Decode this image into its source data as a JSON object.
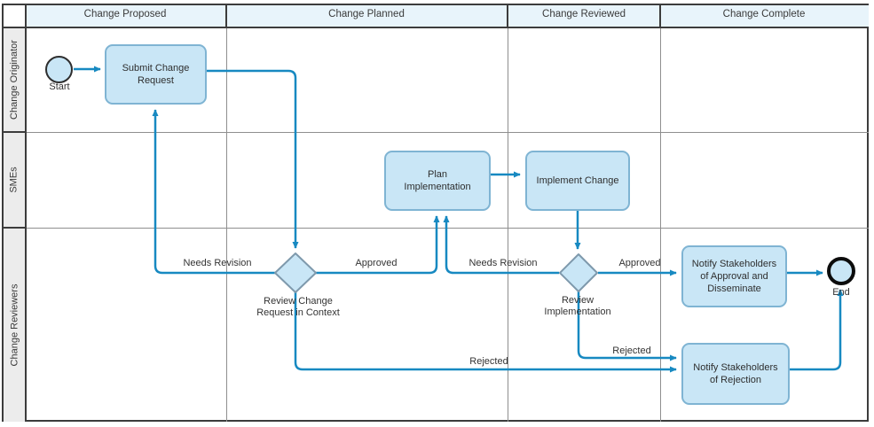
{
  "header": {
    "phases": [
      "Change Proposed",
      "Change Planned",
      "Change Reviewed",
      "Change Complete"
    ]
  },
  "lanes": [
    "Change Originator",
    "SMEs",
    "Change Reviewers"
  ],
  "nodes": {
    "start": "Start",
    "submit_change_request": "Submit Change Request",
    "plan_implementation": "Plan Implementation",
    "implement_change": "Implement Change",
    "review_change_request": "Review Change Request in Context",
    "review_implementation": "Review Implementation",
    "notify_approval": "Notify Stakeholders of Approval and Disseminate",
    "notify_rejection": "Notify Stakeholders of Rejection",
    "end": "End"
  },
  "edges": {
    "needs_revision_to_submit": "Needs Revision",
    "approved_to_plan": "Approved",
    "needs_revision_to_plan": "Needs Revision",
    "approved_to_notify": "Approved",
    "rejected_from_review_request": "Rejected",
    "rejected_from_review_implementation": "Rejected"
  },
  "colors": {
    "flow": "#1789c1",
    "node_fill": "#c9e6f6",
    "node_border": "#7fb4d3",
    "gateway_border": "#7e99ac",
    "header_fill": "#e8f4fb",
    "lane_strip_fill": "#ececec"
  }
}
